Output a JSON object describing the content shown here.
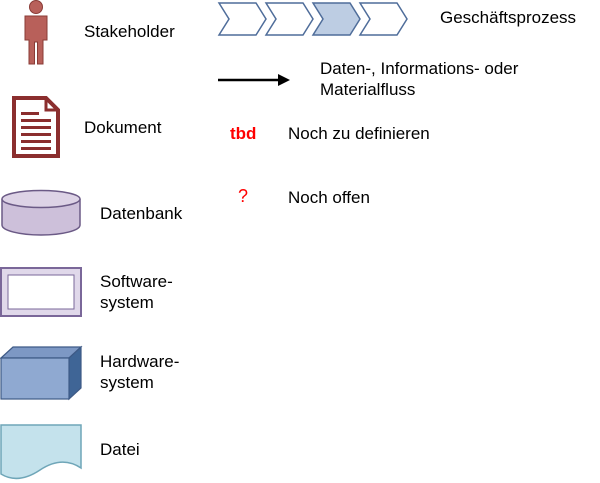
{
  "legend": {
    "stakeholder": {
      "label": "Stakeholder",
      "icon": "person-icon",
      "color": "#b05a55"
    },
    "dokument": {
      "label": "Dokument",
      "icon": "document-icon",
      "color": "#8b2e2e"
    },
    "datenbank": {
      "label": "Datenbank",
      "icon": "database-cylinder-icon",
      "color": "#cdc0da"
    },
    "softwaresystem": {
      "label_line1": "Software-",
      "label_line2": "system",
      "icon": "software-system-window-icon",
      "color": "#8064a2"
    },
    "hardwaresystem": {
      "label_line1": "Hardware-",
      "label_line2": "system",
      "icon": "hardware-box-icon",
      "color": "#4f6d9a"
    },
    "datei": {
      "label": "Datei",
      "icon": "file-wave-icon",
      "color": "#bfdfea"
    },
    "geschaeftsprozess": {
      "label": "Geschäftsprozess",
      "icon": "chevron-process-icon",
      "color": "#c5d5e8"
    },
    "fluss": {
      "label_line1": "Daten-, Informations- oder",
      "label_line2": "Materialfluss",
      "icon": "arrow-right-icon"
    },
    "tbd": {
      "symbol": "tbd",
      "label": "Noch zu definieren",
      "color": "#ff0000"
    },
    "offen": {
      "symbol": "?",
      "label": "Noch offen",
      "color": "#ff0000"
    }
  }
}
